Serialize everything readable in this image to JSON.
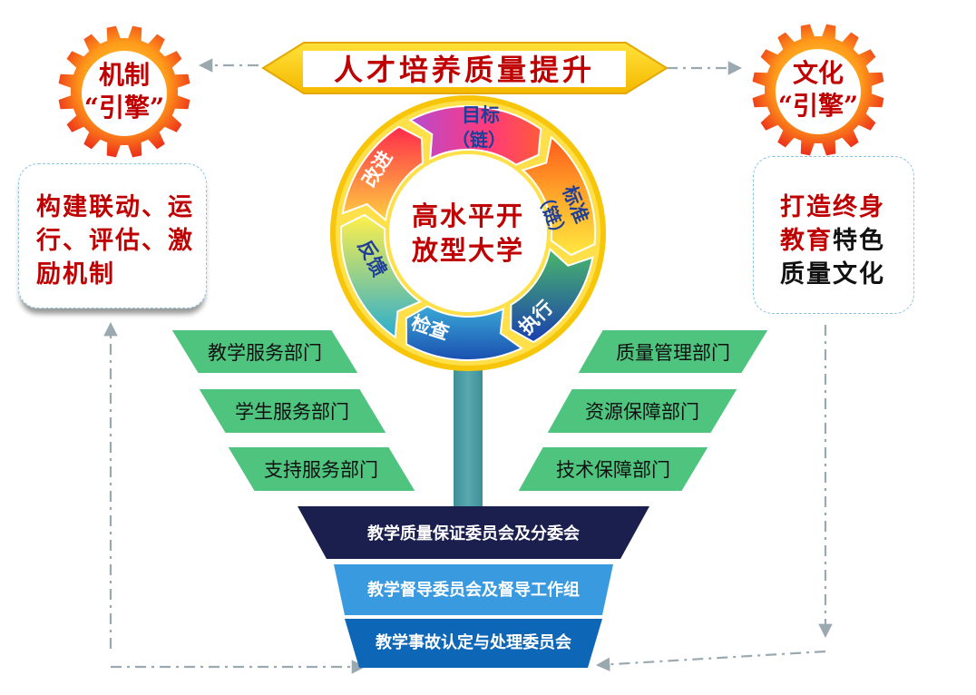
{
  "colors": {
    "red": "#c00000",
    "gold": "#ffd200",
    "green": "#4ec47e",
    "navy": "#1b1f4d",
    "lightblue": "#3a9ae0",
    "blue": "#0e66b6",
    "stem": "#4a9aa3"
  },
  "top_banner": {
    "text": "人才培养质量提升"
  },
  "left_gear": {
    "line1": "机制",
    "line2": "“引擎”",
    "icon": "gear-icon"
  },
  "right_gear": {
    "line1": "文化",
    "line2": "“引擎”",
    "icon": "gear-icon"
  },
  "left_panel": {
    "lines": [
      "构建联动、运",
      "行、评估、激",
      "励机制"
    ]
  },
  "right_panel": {
    "lines": [
      "打造终身",
      "教育特色",
      "质量文化"
    ]
  },
  "cycle": {
    "center_lines": [
      "高水平开",
      "放型大学"
    ],
    "segments": {
      "goal_1": "目标",
      "goal_2": "（链）",
      "standard_1": "标准",
      "standard_2": "（链）",
      "execute": "执行",
      "check": "检查",
      "feedback": "反馈",
      "improve": "改进"
    }
  },
  "left_departments": [
    "教学服务部门",
    "学生服务部门",
    "支持服务部门"
  ],
  "right_departments": [
    "质量管理部门",
    "资源保障部门",
    "技术保障部门"
  ],
  "committees": [
    "教学质量保证委员会及分委会",
    "教学督导委员会及督导工作组",
    "教学事故认定与处理委员会"
  ]
}
